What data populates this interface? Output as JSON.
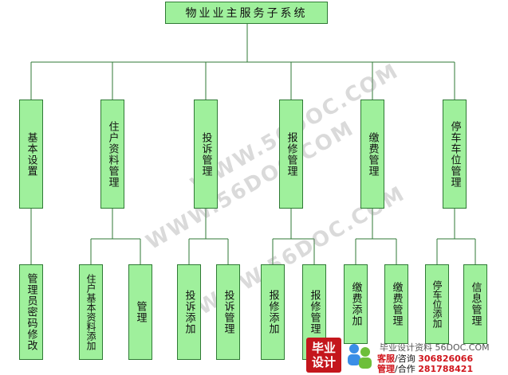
{
  "title": "物业业主服务子系统",
  "modules": [
    {
      "label": "基本设置"
    },
    {
      "label": "住户资料管理"
    },
    {
      "label": "投诉管理"
    },
    {
      "label": "报修管理"
    },
    {
      "label": "缴费管理"
    },
    {
      "label": "停车车位管理"
    }
  ],
  "submodules": [
    {
      "label": "管理员密码修改"
    },
    {
      "label": "住户基本资料添加"
    },
    {
      "label": "管理"
    },
    {
      "label": "投诉添加"
    },
    {
      "label": "投诉管理"
    },
    {
      "label": "报修添加"
    },
    {
      "label": "报修管理"
    },
    {
      "label": "缴费添加"
    },
    {
      "label": "缴费管理"
    },
    {
      "label": "停车位添加"
    },
    {
      "label": "信息管理"
    }
  ],
  "watermark": {
    "text1": "WWW.56DOC.COM",
    "text2": "WWW.56DOC.COM"
  },
  "footer": {
    "logo_text": "毕业设计",
    "line1": "毕业设计资料 56DOC.COM",
    "line2_label": "客服",
    "line2_sep": "/咨询",
    "line2_num": "306826066",
    "line3_label": "管理",
    "line3_sep": "/合作",
    "line3_num": "281788421"
  }
}
